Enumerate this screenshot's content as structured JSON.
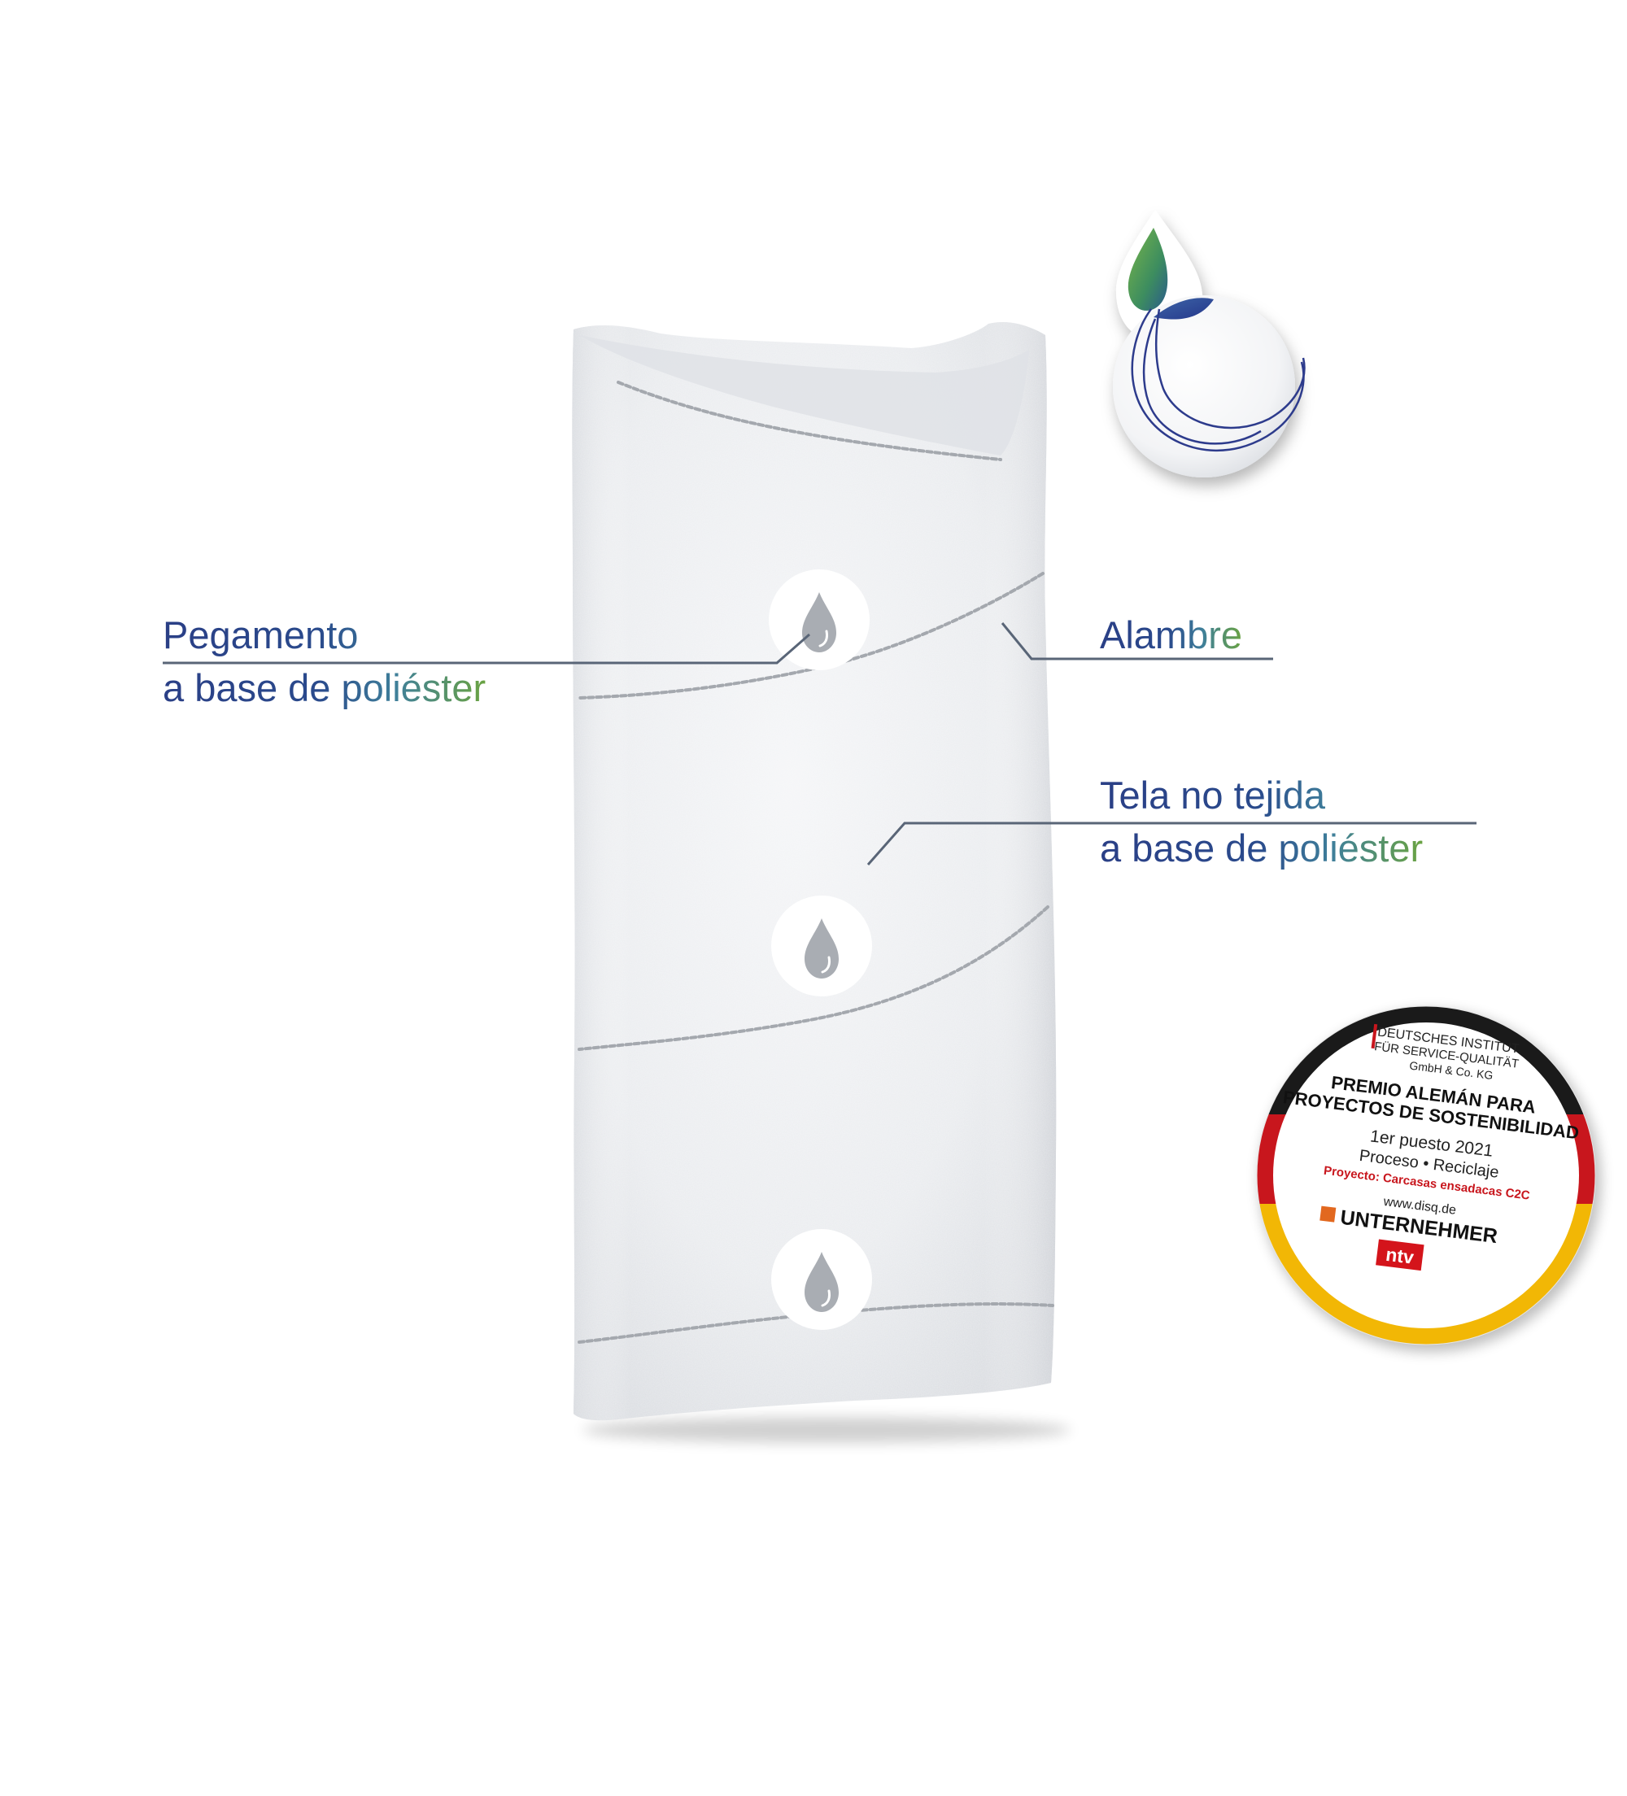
{
  "labels": {
    "glue": {
      "line1": "Pegamento",
      "line2": "a base de poliéster"
    },
    "wire": {
      "line1": "Alambre"
    },
    "nonwoven": {
      "line1": "Tela no tejida",
      "line2": "a base de poliéster"
    }
  },
  "award_badge": {
    "institute_line1": "DEUTSCHES INSTITUT",
    "institute_line2": "FÜR SERVICE-QUALITÄT",
    "institute_line3": "GmbH & Co. KG",
    "title_line1": "PREMIO ALEMÁN PARA",
    "title_line2": "PROYECTOS DE SOSTENIBILIDAD",
    "place": "1er puesto 2021",
    "category": "Proceso • Reciclaje",
    "project": "Proyecto: Carcasas ensadacas C2C",
    "website": "www.disq.de",
    "partner": "UNTERNEHMER",
    "broadcaster": "ntv"
  },
  "icons": {
    "droplets": [
      "droplet-icon",
      "droplet-icon",
      "droplet-icon"
    ],
    "eco": "leaf-water-drop-icon"
  },
  "colors": {
    "label_blue": "#2a3f86",
    "label_green": "#6aa342",
    "leader_line": "#596577",
    "badge_black": "#1a1a1a",
    "badge_red": "#c8161d",
    "badge_gold": "#f2b705",
    "droplet_gray": "#a9adb3"
  }
}
